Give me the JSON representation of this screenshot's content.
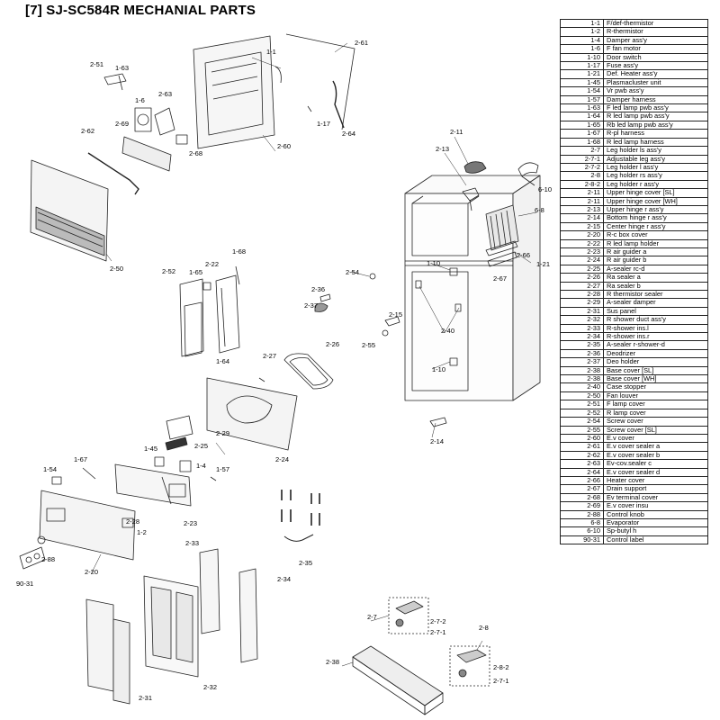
{
  "title": "[7] SJ-SC584R  MECHANIAL PARTS",
  "parts": [
    {
      "code": "1-1",
      "name": "F/def-thermistor"
    },
    {
      "code": "1-2",
      "name": "R-thermistor"
    },
    {
      "code": "1-4",
      "name": "Damper ass'y"
    },
    {
      "code": "1-6",
      "name": "F fan motor"
    },
    {
      "code": "1-10",
      "name": "Door switch"
    },
    {
      "code": "1-17",
      "name": "Fuse ass'y"
    },
    {
      "code": "1-21",
      "name": "Def. Heater ass'y"
    },
    {
      "code": "1-45",
      "name": "Plasmacluster unit"
    },
    {
      "code": "1-54",
      "name": "Vr pwb ass'y"
    },
    {
      "code": "1-57",
      "name": "Damper harness"
    },
    {
      "code": "1-63",
      "name": "F led lamp pwb ass'y"
    },
    {
      "code": "1-64",
      "name": "R led lamp pwb ass'y"
    },
    {
      "code": "1-65",
      "name": "Rb led lamp pwb ass'y"
    },
    {
      "code": "1-67",
      "name": "R-pl harness"
    },
    {
      "code": "1-68",
      "name": "R led lamp harness"
    },
    {
      "code": "2-7",
      "name": "Leg holder ls ass'y"
    },
    {
      "code": "2-7-1",
      "name": "Adjustable leg ass'y"
    },
    {
      "code": "2-7-2",
      "name": "Leg holder l ass'y"
    },
    {
      "code": "2-8",
      "name": "Leg holder rs ass'y"
    },
    {
      "code": "2-8-2",
      "name": "Leg holder r ass'y"
    },
    {
      "code": "2-11",
      "name": "Upper hinge cover [SL]"
    },
    {
      "code": "2-11",
      "name": "Upper hinge cover [WH]"
    },
    {
      "code": "2-13",
      "name": "Upper hinge r ass'y"
    },
    {
      "code": "2-14",
      "name": "Bottom hinge r ass'y"
    },
    {
      "code": "2-15",
      "name": "Center hinge r ass'y"
    },
    {
      "code": "2-20",
      "name": "R-c box cover"
    },
    {
      "code": "2-22",
      "name": "R led lamp holder"
    },
    {
      "code": "2-23",
      "name": "R air guider a"
    },
    {
      "code": "2-24",
      "name": "R air guider b"
    },
    {
      "code": "2-25",
      "name": "A-sealer rc-d"
    },
    {
      "code": "2-26",
      "name": "Ra sealer a"
    },
    {
      "code": "2-27",
      "name": "Ra sealer b"
    },
    {
      "code": "2-28",
      "name": "R thermistor sealer"
    },
    {
      "code": "2-29",
      "name": "A-sealer damper"
    },
    {
      "code": "2-31",
      "name": "Sus panel"
    },
    {
      "code": "2-32",
      "name": "R shower duct ass'y"
    },
    {
      "code": "2-33",
      "name": "R-shower ins.l"
    },
    {
      "code": "2-34",
      "name": "R-shower ins.r"
    },
    {
      "code": "2-35",
      "name": "A-sealer r-shower-d"
    },
    {
      "code": "2-36",
      "name": "Deodrizer"
    },
    {
      "code": "2-37",
      "name": "Deo holder"
    },
    {
      "code": "2-38",
      "name": "Base cover [SL]"
    },
    {
      "code": "2-38",
      "name": "Base cover [WH]"
    },
    {
      "code": "2-40",
      "name": "Case stopper"
    },
    {
      "code": "2-50",
      "name": "Fan louver"
    },
    {
      "code": "2-51",
      "name": "F lamp cover"
    },
    {
      "code": "2-52",
      "name": "R lamp cover"
    },
    {
      "code": "2-54",
      "name": "Screw cover"
    },
    {
      "code": "2-55",
      "name": "Screw cover [SL]"
    },
    {
      "code": "2-60",
      "name": "E.v cover"
    },
    {
      "code": "2-61",
      "name": "E.v cover sealer a"
    },
    {
      "code": "2-62",
      "name": "E.v cover sealer b"
    },
    {
      "code": "2-63",
      "name": "Ev-cov.sealer c"
    },
    {
      "code": "2-64",
      "name": "E.v cover sealer d"
    },
    {
      "code": "2-66",
      "name": "Heater cover"
    },
    {
      "code": "2-67",
      "name": "Drain support"
    },
    {
      "code": "2-68",
      "name": "Ev terminal cover"
    },
    {
      "code": "2-69",
      "name": "E.v cover insu"
    },
    {
      "code": "2-88",
      "name": "Control knob"
    },
    {
      "code": "6-8",
      "name": "Evaporator"
    },
    {
      "code": "6-10",
      "name": "Sp-butyl h"
    },
    {
      "code": "90-31",
      "name": "Control label"
    }
  ],
  "callouts": [
    "2-51",
    "1-63",
    "1-6",
    "2-63",
    "2-69",
    "2-62",
    "2-50",
    "2-68",
    "1-1",
    "2-61",
    "2-60",
    "1-17",
    "2-64",
    "2-11",
    "2-13",
    "6-10",
    "6-8",
    "2-66",
    "1-21",
    "2-67",
    "2-54",
    "1-10",
    "2-36",
    "2-37",
    "2-15",
    "2-55",
    "2-40",
    "1-10",
    "2-14",
    "1-68",
    "2-52",
    "1-65",
    "2-22",
    "1-64",
    "2-26",
    "2-27",
    "2-24",
    "2-29",
    "2-25",
    "1-45",
    "1-4",
    "1-57",
    "1-54",
    "1-67",
    "2-28",
    "1-2",
    "2-23",
    "2-88",
    "90-31",
    "2-20",
    "2-35",
    "2-33",
    "2-34",
    "2-31",
    "2-32",
    "2-7",
    "2-7-2",
    "2-7-1",
    "2-8",
    "2-8-2",
    "2-7-1",
    "2-38"
  ]
}
